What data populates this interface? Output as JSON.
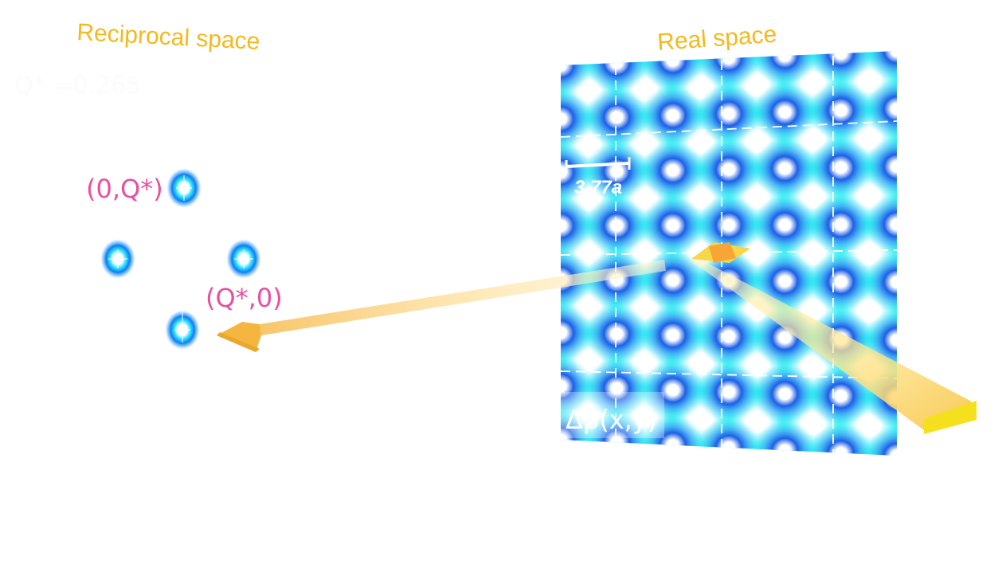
{
  "titles": {
    "reciprocal": "Reciprocal space",
    "real": "Real space"
  },
  "faint_text": "Q* =0.265",
  "labels": {
    "q_top": "(0,Q*)",
    "q_right": "(Q*,0)"
  },
  "scale_bar_label": "3.77a",
  "delta_label": "Δρ(x,y)",
  "colors": {
    "title": "#f5b91e",
    "label_pink": "#ea4f9f",
    "peak_blue": "#0b7ff0",
    "peak_cyan": "#38e6ff",
    "lattice_bg": "#1ff0ee",
    "lattice_ring": "#1e60e8",
    "arrow_gold": "#f2b640",
    "arrow_light": "#fff0b0"
  }
}
